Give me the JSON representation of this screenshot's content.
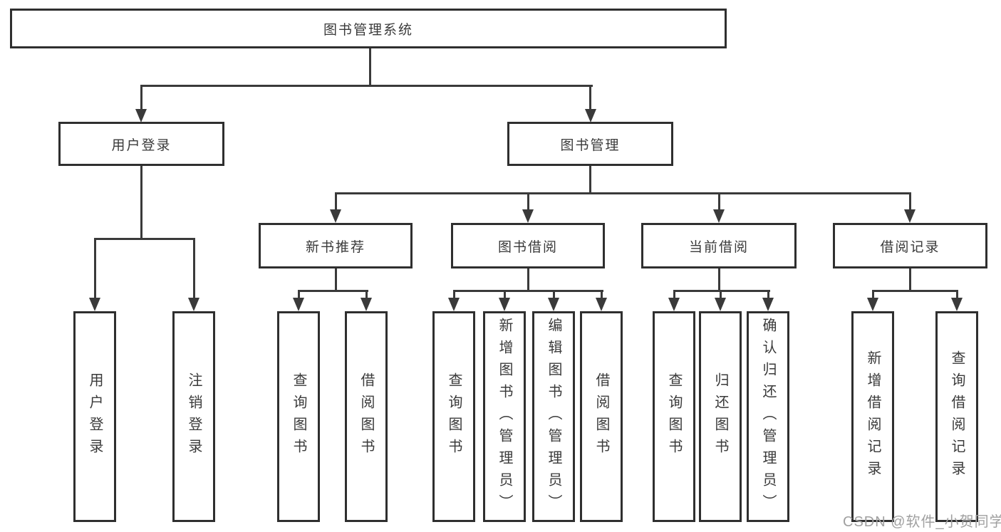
{
  "diagram": {
    "root": "图书管理系统",
    "level2": [
      "用户登录",
      "图书管理"
    ],
    "level3": [
      "新书推荐",
      "图书借阅",
      "当前借阅",
      "借阅记录"
    ],
    "leaves": {
      "user_login": [
        "用户登录",
        "注销登录"
      ],
      "new_book_recommend": [
        "查询图书",
        "借阅图书"
      ],
      "book_borrow": [
        "查询图书",
        "新增图书（管理员）",
        "编辑图书（管理员）",
        "借阅图书"
      ],
      "current_borrow": [
        "查询图书",
        "归还图书",
        "确认归还（管理员）"
      ],
      "borrow_record": [
        "新增借阅记录",
        "查询借阅记录"
      ]
    },
    "watermark": "CSDN @软件_小贺同学",
    "colors": {
      "line": "#3a3a3a",
      "border": "#2f2f2f",
      "text": "#3a3a3a",
      "watermark": "#a0a0a0"
    }
  }
}
